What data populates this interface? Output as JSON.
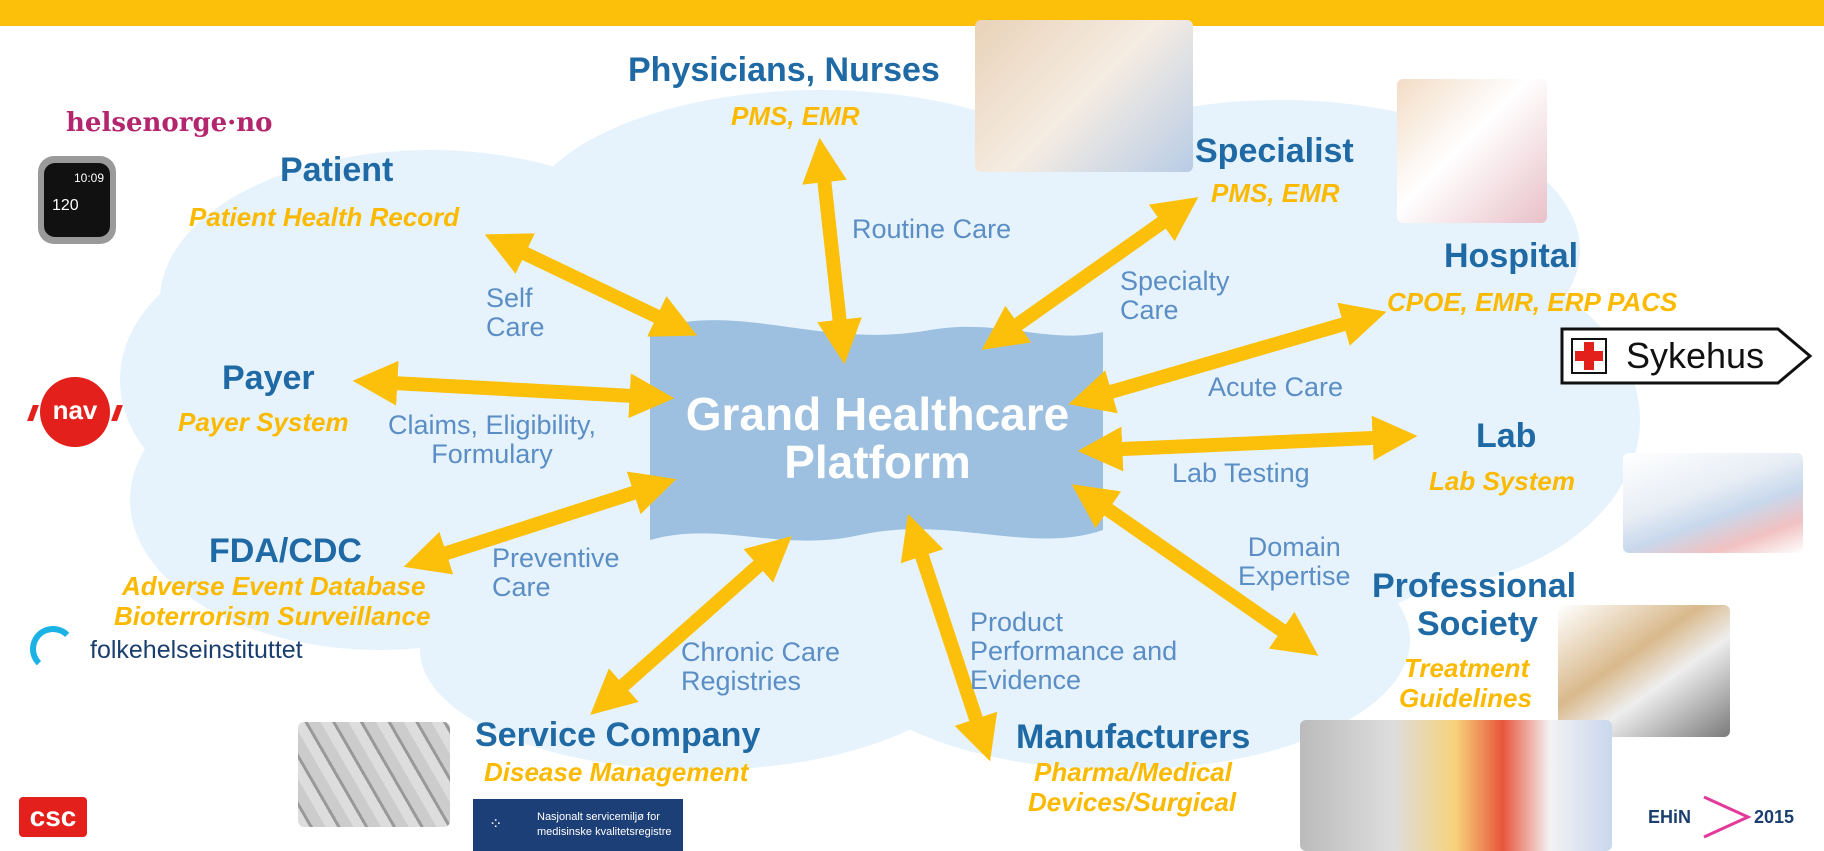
{
  "center": {
    "line1": "Grand Healthcare",
    "line2": "Platform"
  },
  "nodes": {
    "physicians": {
      "title": "Physicians, Nurses",
      "sub": "PMS, EMR"
    },
    "patient": {
      "title": "Patient",
      "sub": "Patient Health Record"
    },
    "specialist": {
      "title": "Specialist",
      "sub": "PMS, EMR"
    },
    "hospital": {
      "title": "Hospital",
      "sub": "CPOE, EMR, ERP PACS"
    },
    "payer": {
      "title": "Payer",
      "sub": "Payer System"
    },
    "lab": {
      "title": "Lab",
      "sub": "Lab System"
    },
    "fda": {
      "title": "FDA/CDC",
      "sub1": "Adverse Event Database",
      "sub2": "Bioterrorism Surveillance"
    },
    "professional": {
      "title1": "Professional",
      "title2": "Society",
      "sub1": "Treatment",
      "sub2": "Guidelines"
    },
    "service": {
      "title": "Service Company",
      "sub": "Disease Management"
    },
    "manufacturers": {
      "title": "Manufacturers",
      "sub1": "Pharma/Medical",
      "sub2": "Devices/Surgical"
    }
  },
  "flows": {
    "routine": "Routine Care",
    "self1": "Self",
    "self2": "Care",
    "specialty1": "Specialty",
    "specialty2": "Care",
    "acute": "Acute Care",
    "claims1": "Claims, Eligibility,",
    "claims2": "Formulary",
    "lab": "Lab Testing",
    "preventive1": "Preventive",
    "preventive2": "Care",
    "domain1": "Domain",
    "domain2": "Expertise",
    "chronic1": "Chronic Care",
    "chronic2": "Registries",
    "product1": "Product",
    "product2": "Performance and",
    "product3": "Evidence"
  },
  "logos": {
    "helsenorge": "helsenorge·no",
    "watch_time": "10:09",
    "watch_bpm": "120",
    "nav": "nav",
    "sykehus": "Sykehus",
    "folkehelse": "folkehelseinstituttet",
    "csc": "csc",
    "nasjonalt1": "Nasjonalt servicemiljø for",
    "nasjonalt2": "medisinske kvalitetsregistre",
    "ehin": "EHiN",
    "ehin_year": "2015"
  },
  "colors": {
    "title": "#1f6aa5",
    "subtitle": "#fbba00",
    "arrow": "#fcbf0a",
    "flow": "#5b8ec5",
    "cloud": "#e6f3fc",
    "center": "#9dc0e0"
  }
}
